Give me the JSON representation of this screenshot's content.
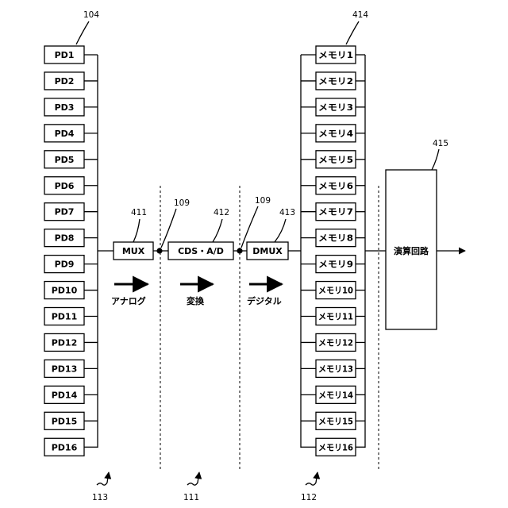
{
  "refs": {
    "pd_group": "104",
    "mux": "411",
    "node_left": "109",
    "cds": "412",
    "node_right": "109",
    "dmux": "413",
    "memory_group": "414",
    "calc": "415",
    "region_analog": "113",
    "region_convert": "111",
    "region_digital": "112"
  },
  "photodiodes": [
    "PD1",
    "PD2",
    "PD3",
    "PD4",
    "PD5",
    "PD6",
    "PD7",
    "PD8",
    "PD9",
    "PD10",
    "PD11",
    "PD12",
    "PD13",
    "PD14",
    "PD15",
    "PD16"
  ],
  "blocks": {
    "mux": "MUX",
    "cds": "CDS・A/D",
    "dmux": "DMUX",
    "calc": "演算回路"
  },
  "memories": [
    "メモリ1",
    "メモリ2",
    "メモリ3",
    "メモリ4",
    "メモリ5",
    "メモリ6",
    "メモリ7",
    "メモリ8",
    "メモリ9",
    "メモリ10",
    "メモリ11",
    "メモリ12",
    "メモリ13",
    "メモリ14",
    "メモリ15",
    "メモリ16"
  ],
  "captions": {
    "analog": "アナログ",
    "convert": "変換",
    "digital": "デジタル"
  }
}
